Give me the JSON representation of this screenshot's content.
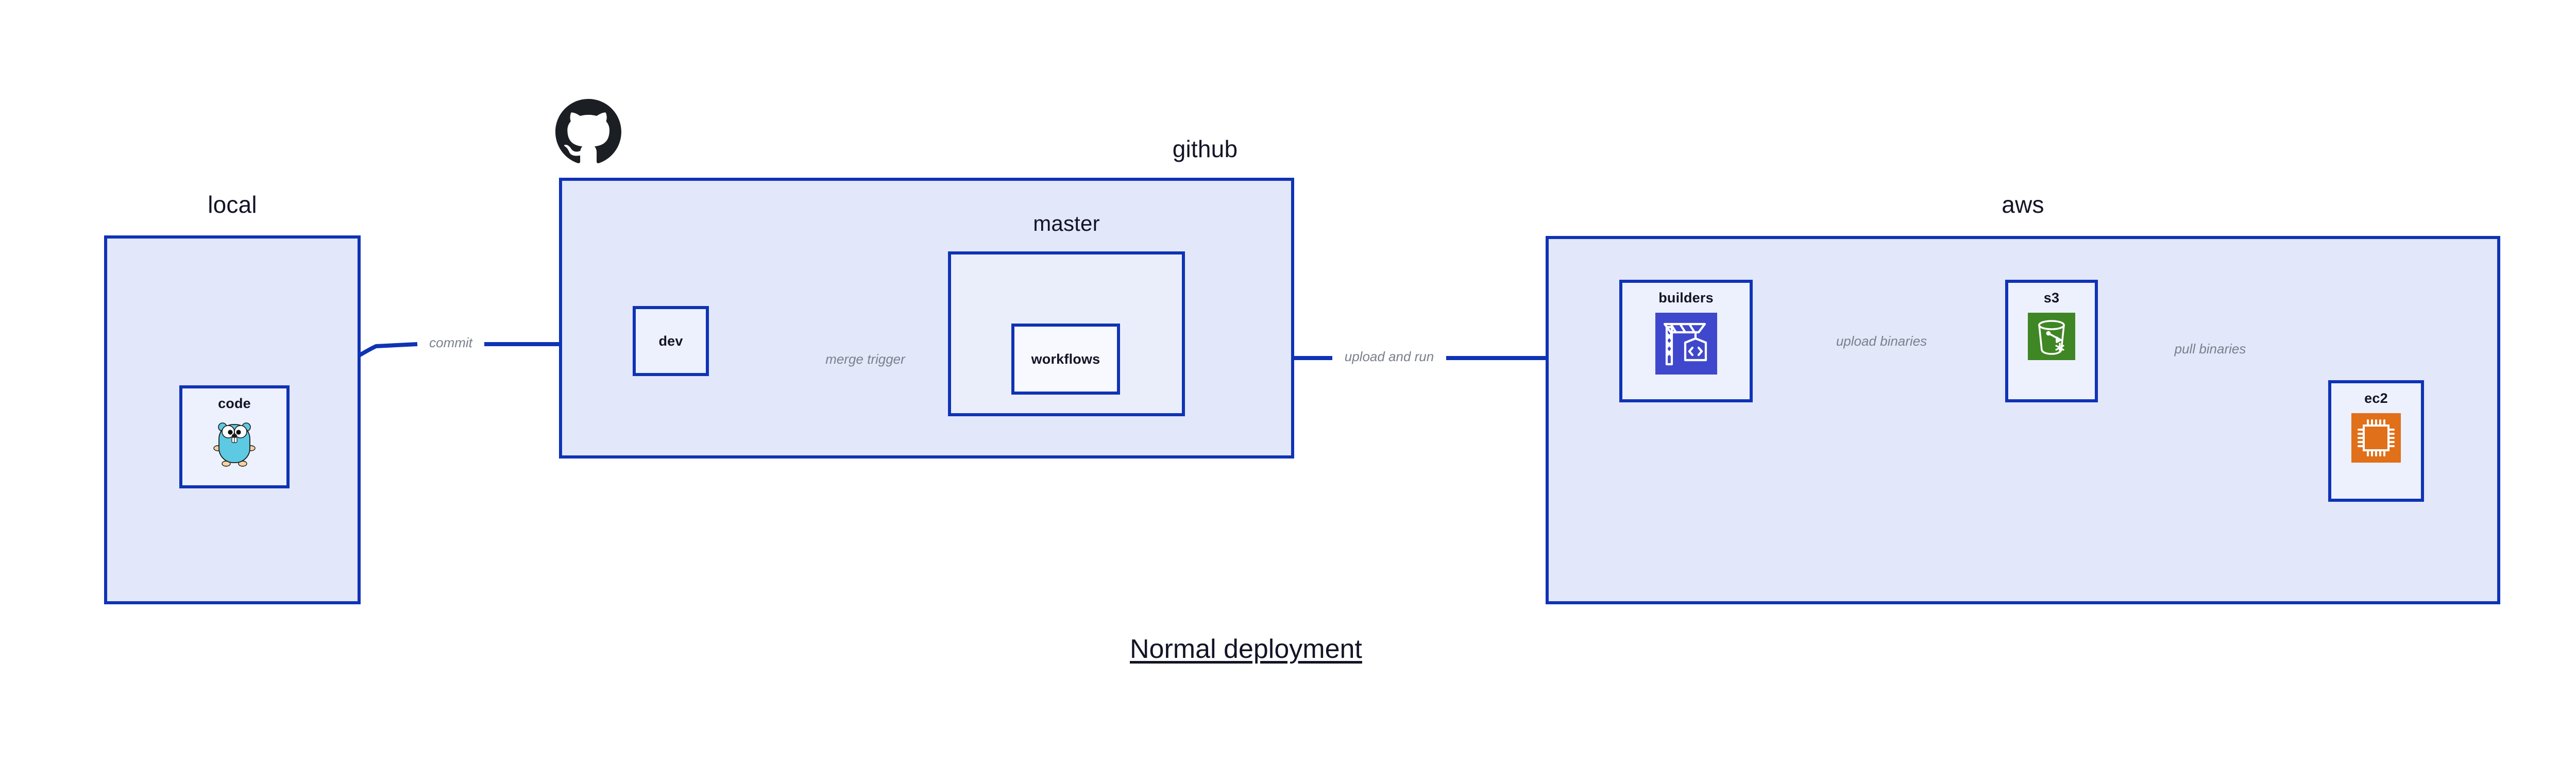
{
  "diagram": {
    "title": "Normal deployment",
    "accent_border": "#0f33b5",
    "group_fill": "#e2e7fa",
    "node_fill": "#edf1fd",
    "edge_label_color": "#7b7f8c",
    "text_color": "#131426"
  },
  "groups": [
    {
      "id": "local",
      "label": "local"
    },
    {
      "id": "github",
      "label": "github"
    },
    {
      "id": "aws",
      "label": "aws"
    }
  ],
  "subgroups": [
    {
      "id": "master",
      "label": "master"
    }
  ],
  "nodes": [
    {
      "id": "code",
      "label": "code",
      "icon": "go-gopher-icon",
      "icon_color": "#5dc9e2"
    },
    {
      "id": "dev",
      "label": "dev",
      "icon": "none",
      "icon_color": ""
    },
    {
      "id": "workflows",
      "label": "workflows",
      "icon": "none",
      "icon_color": ""
    },
    {
      "id": "builders",
      "label": "builders",
      "icon": "aws-codebuild-icon",
      "icon_color": "#3f48cc"
    },
    {
      "id": "s3",
      "label": "s3",
      "icon": "aws-s3-bucket-icon",
      "icon_color": "#3f8624"
    },
    {
      "id": "ec2",
      "label": "ec2",
      "icon": "aws-ec2-chip-icon",
      "icon_color": "#e0701a"
    }
  ],
  "edges": [
    {
      "id": "code-to-dev",
      "label": "commit",
      "from": "code",
      "to": "dev"
    },
    {
      "id": "dev-to-workflows",
      "label": "merge trigger",
      "from": "dev",
      "to": "workflows"
    },
    {
      "id": "workflows-to-builders",
      "label": "upload and run",
      "from": "workflows",
      "to": "builders"
    },
    {
      "id": "builders-to-s3",
      "label": "upload binaries",
      "from": "builders",
      "to": "s3"
    },
    {
      "id": "s3-to-ec2",
      "label": "pull binaries",
      "from": "s3",
      "to": "ec2"
    }
  ],
  "logos": [
    {
      "id": "github-octocat",
      "name": "github-octocat-logo",
      "color": "#1b1f23"
    }
  ]
}
